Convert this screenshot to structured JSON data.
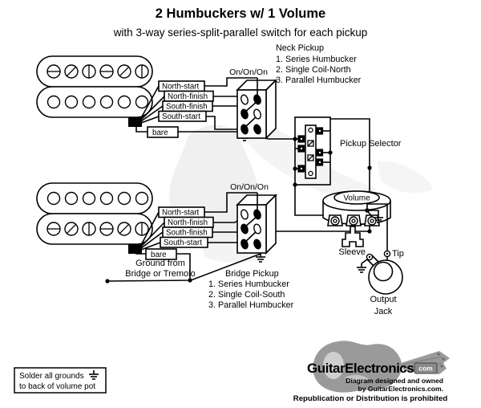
{
  "title": "2 Humbuckers w/ 1 Volume",
  "subtitle": "with 3-way series-split-parallel switch for each pickup",
  "neck": {
    "caption": "Neck Pickup",
    "options": [
      "1. Series Humbucker",
      "2. Single Coil-North",
      "3. Parallel Humbucker"
    ],
    "switch_label": "On/On/On",
    "wires": [
      "North-start",
      "North-finish",
      "South-finish",
      "South-start",
      "bare"
    ]
  },
  "bridge": {
    "caption": "Bridge Pickup",
    "options": [
      "1. Series Humbucker",
      "2. Single Coil-South",
      "3. Parallel Humbucker"
    ],
    "switch_label": "On/On/On",
    "wires": [
      "North-start",
      "North-finish",
      "South-finish",
      "South-start",
      "bare"
    ]
  },
  "selector_label": "Pickup Selector",
  "volume_label": "Volume",
  "jack": {
    "sleeve": "Sleeve",
    "tip": "Tip",
    "label_line1": "Output",
    "label_line2": "Jack"
  },
  "ground_note": {
    "line1": "Ground from",
    "line2": "Bridge or Tremolo"
  },
  "note_box": {
    "line1": "Solder all grounds",
    "line2": "to back of volume pot"
  },
  "logo": {
    "brand": "GuitarElectronics",
    "tld": "com",
    "owned_line1": "Diagram designed and owned",
    "owned_line2": "by GuitarElectronics.com.",
    "prohibited": "Republication or Distribution is prohibited"
  },
  "colors": {
    "wire": "#000000",
    "logo_gray": "#9a9a9a",
    "logo_red": "#a04040"
  }
}
